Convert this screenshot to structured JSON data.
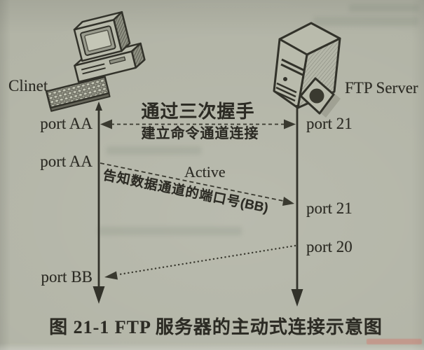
{
  "figure": {
    "client_label": "Clinet",
    "server_label": "FTP Server",
    "ports": {
      "client_command_1": "port AA",
      "client_command_2": "port AA",
      "client_data": "port BB",
      "server_command_1": "port 21",
      "server_command_2": "port 21",
      "server_data": "port 20"
    },
    "messages": {
      "handshake_title": "通过三次握手",
      "handshake_subtitle": "建立命令通道连接",
      "active_mode": "Active",
      "notify_text": "告知数据通道的端口号",
      "notify_port": "(BB)"
    },
    "caption": "图 21-1  FTP 服务器的主动式连接示意图"
  },
  "colors": {
    "paper": "#b2b4a6",
    "ink": "#32322a",
    "watermark_red": "#d2766a"
  }
}
